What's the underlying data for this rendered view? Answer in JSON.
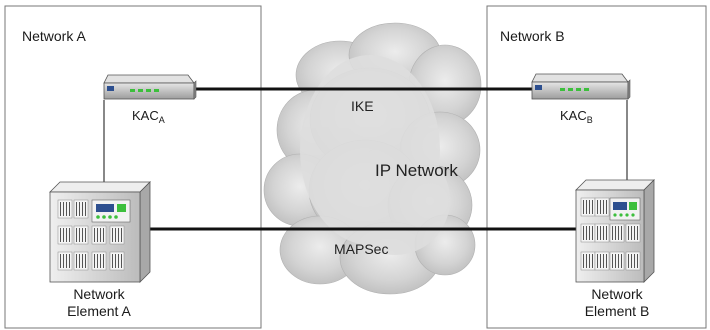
{
  "regions": {
    "left_label": "Network A",
    "right_label": "Network B"
  },
  "cloud": {
    "label": "IP Network"
  },
  "links": {
    "ike_label": "IKE",
    "mapsec_label": "MAPSec"
  },
  "kac_a": {
    "label_main": "KAC",
    "label_sub": "A"
  },
  "kac_b": {
    "label_main": "KAC",
    "label_sub": "B"
  },
  "element_a": {
    "line1": "Network",
    "line2": "Element A"
  },
  "element_b": {
    "line1": "Network",
    "line2": "Element B"
  },
  "colors": {
    "border": "#777777",
    "link": "#111111",
    "cloud": "#c8c8c8",
    "device_body": "#b9b9b9",
    "device_led": "#3cbf3c",
    "server_body": "#d9d9d9"
  },
  "icons": {
    "router": "router-icon",
    "server": "server-tower-icon",
    "cloud": "cloud-icon"
  }
}
